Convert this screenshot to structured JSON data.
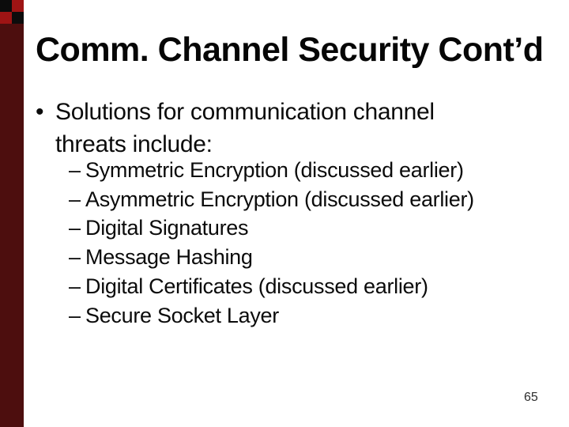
{
  "slide": {
    "title": "Comm. Channel Security Cont’d",
    "bullet_char": "•",
    "dash_char": "–",
    "bullet": {
      "lines": [
        "Solutions for communication channel",
        "threats include:"
      ]
    },
    "sub_items": [
      "Symmetric Encryption (discussed earlier)",
      "Asymmetric Encryption (discussed earlier)",
      "Digital Signatures",
      "Message Hashing",
      "Digital Certificates (discussed earlier)",
      "Secure Socket Layer"
    ],
    "page_number": "65",
    "colors": {
      "background": "#ffffff",
      "text": "#0b0b0b",
      "sidebar_body": "#4d0e0e",
      "sidebar_checker_red": "#9e1414",
      "sidebar_checker_black": "#0c0c0c"
    }
  }
}
